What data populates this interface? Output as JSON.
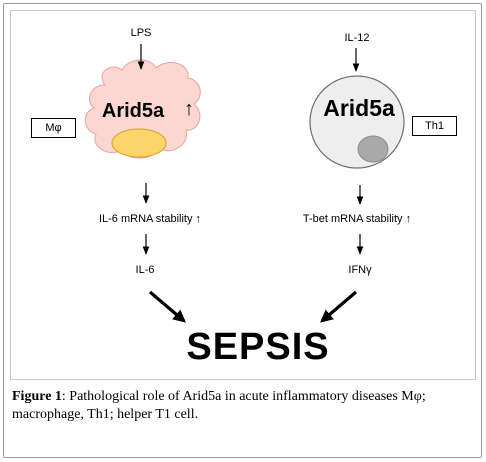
{
  "left_pathway": {
    "stimulus": "LPS",
    "cell_type": "Mφ",
    "protein_label": "Arid5a",
    "up_symbol": "↑",
    "effect": "IL-6 mRNA stability ↑",
    "product": "IL-6",
    "cell_color": "#fcd6d2",
    "nucleus_color": "#fbd46a"
  },
  "right_pathway": {
    "stimulus": "IL-12",
    "cell_type": "Th1",
    "protein_label": "Arid5a",
    "effect": "T-bet mRNA stability ↑",
    "product": "IFNγ",
    "cell_color": "#eeeeee",
    "nucleus_color": "#a9a9a9"
  },
  "outcome": "SEPSIS",
  "caption": {
    "label": "Figure 1",
    "text": ": Pathological role of Arid5a in acute inflammatory diseases Mφ; macrophage, Th1; helper T1 cell."
  }
}
